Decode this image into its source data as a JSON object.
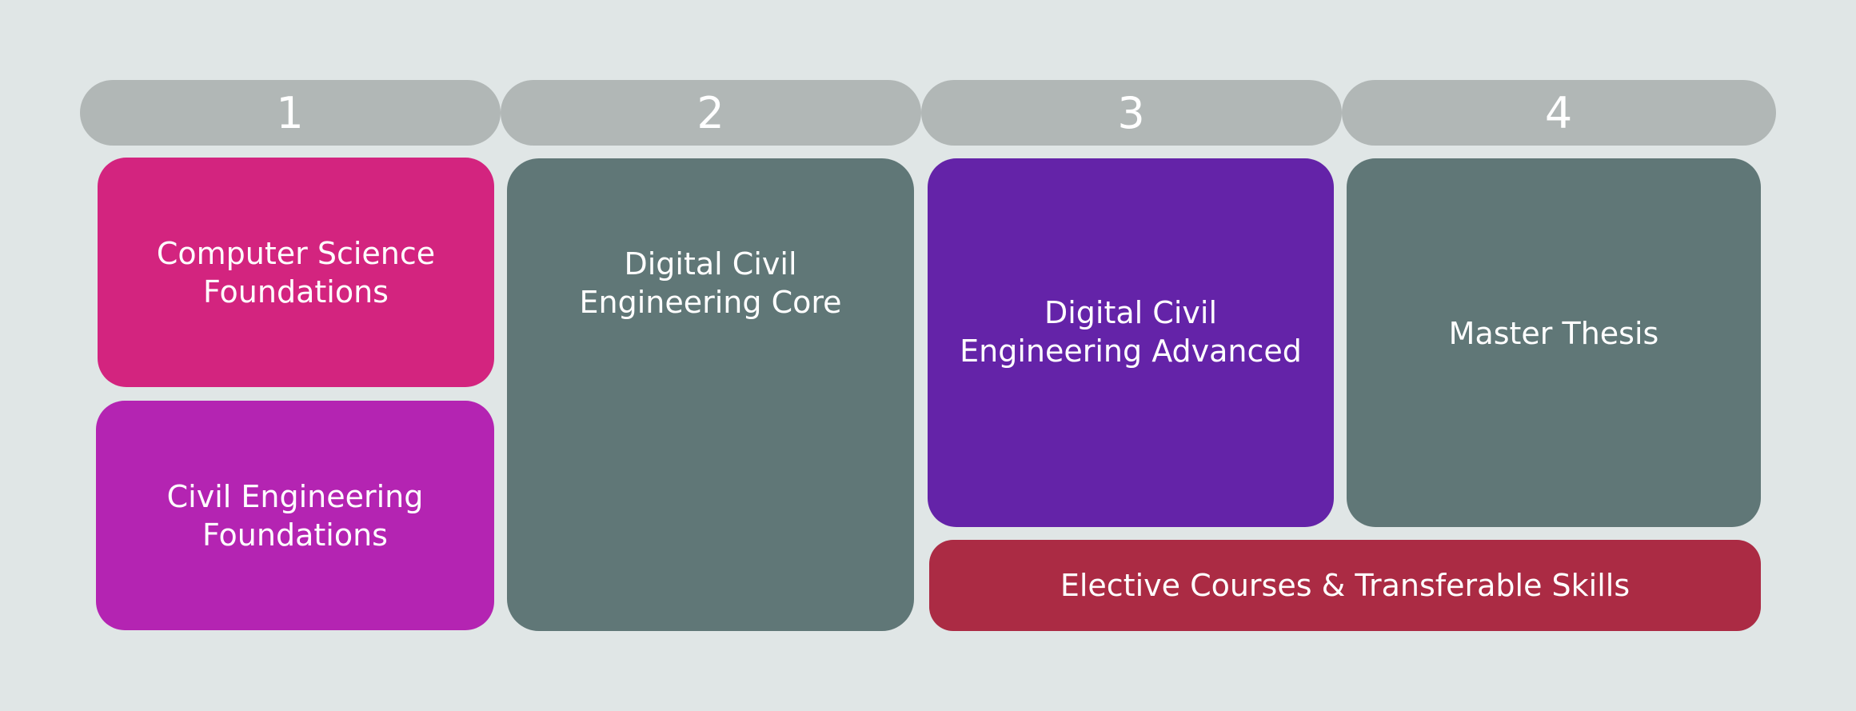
{
  "semesters": [
    {
      "label": "1"
    },
    {
      "label": "2"
    },
    {
      "label": "3"
    },
    {
      "label": "4"
    }
  ],
  "modules": {
    "cs_foundations": {
      "label": "Computer Science\nFoundations",
      "color": "#d3247f"
    },
    "ce_foundations": {
      "label": "Civil Engineering\nFoundations",
      "color": "#b424b2"
    },
    "dce_core": {
      "label": "Digital Civil\nEngineering Core",
      "color": "#607777"
    },
    "dce_advanced": {
      "label": "Digital Civil\nEngineering Advanced",
      "color": "#6423a8"
    },
    "master_thesis": {
      "label": "Master Thesis",
      "color": "#607777"
    },
    "electives": {
      "label": "Elective Courses & Transferable Skills",
      "color": "#ab2b44"
    }
  },
  "colors": {
    "background": "#e0e6e6",
    "semester_header": "#b1b7b6",
    "text": "#ffffff"
  }
}
